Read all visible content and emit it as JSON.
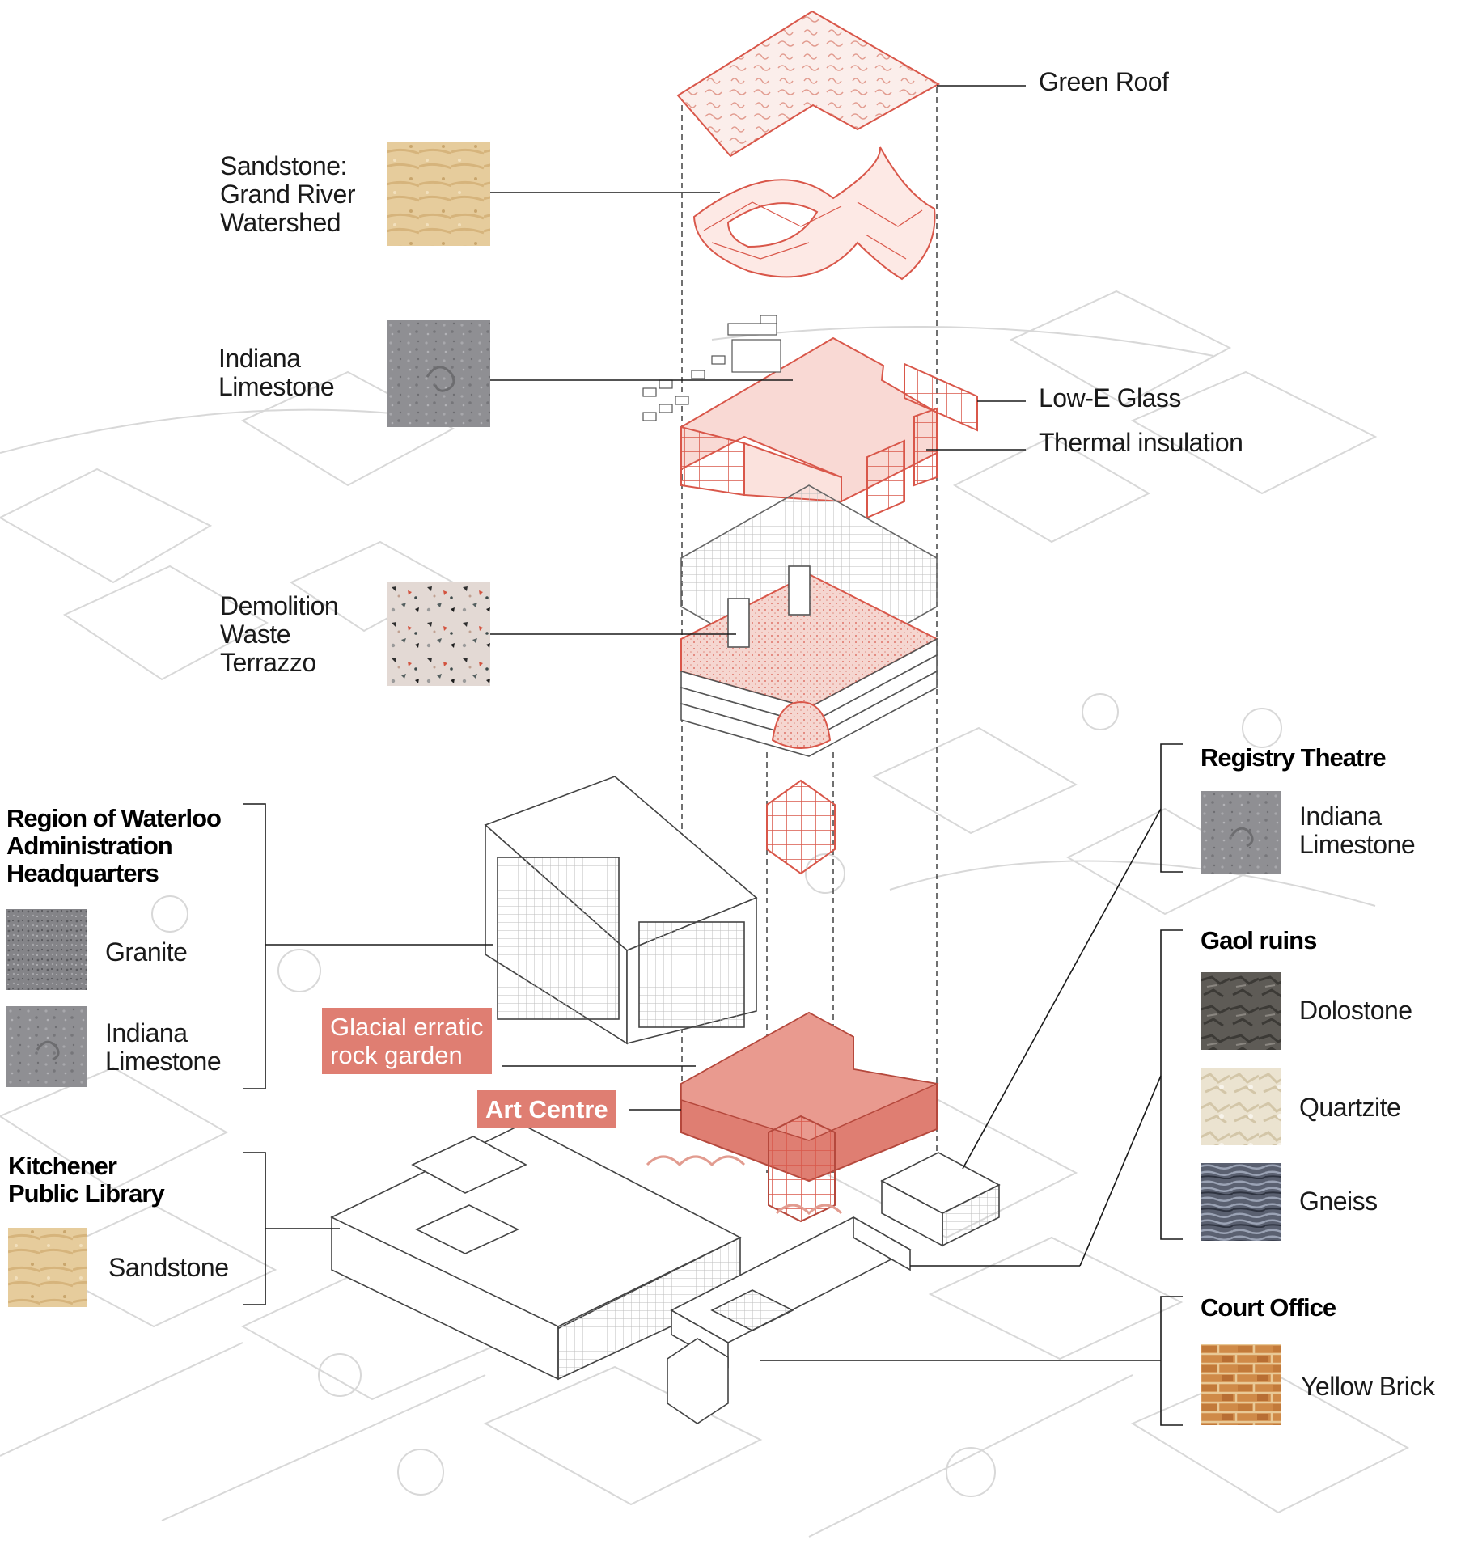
{
  "colors": {
    "accent": "#df7e72",
    "accent_line": "#d9574a",
    "context_line": "#c8c8c8",
    "leader_line": "#1a1a1a"
  },
  "layers": {
    "green_roof": "Green Roof",
    "sandstone_watershed": "Sandstone:\nGrand River\nWatershed",
    "indiana_limestone": "Indiana\nLimestone",
    "low_e_glass": "Low-E Glass",
    "thermal_insulation": "Thermal insulation",
    "terrazzo": "Demolition\nWaste\nTerrazzo"
  },
  "sites": {
    "region_hq": {
      "title": "Region of Waterloo\nAdministration\nHeadquarters",
      "materials": [
        "Granite",
        "Indiana\nLimestone"
      ]
    },
    "library": {
      "title": "Kitchener\nPublic Library",
      "materials": [
        "Sandstone"
      ]
    },
    "registry": {
      "title": "Registry Theatre",
      "materials": [
        "Indiana\nLimestone"
      ]
    },
    "gaol": {
      "title": "Gaol ruins",
      "materials": [
        "Dolostone",
        "Quartzite",
        "Gneiss"
      ]
    },
    "court": {
      "title": "Court Office",
      "materials": [
        "Yellow Brick"
      ]
    }
  },
  "callouts": {
    "rock_garden": "Glacial erratic\nrock garden",
    "art_centre": "Art Centre"
  }
}
